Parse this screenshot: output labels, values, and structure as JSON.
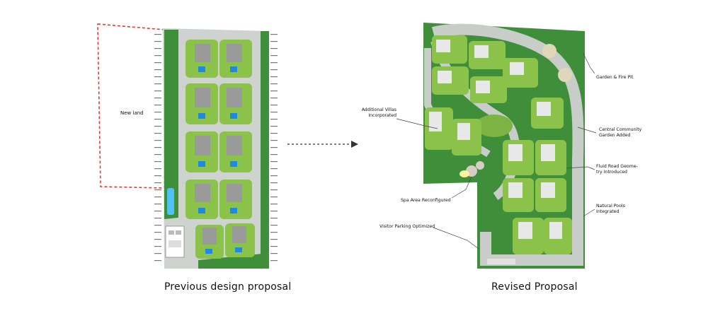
{
  "left_plan": {
    "new_land_label": "New land",
    "caption": "Previous design proposal"
  },
  "right_plan": {
    "caption": "Revised Proposal",
    "annotations": {
      "garden_fire_pit": "Garden & Fire Pit",
      "additional_villas": [
        "Additional Villas",
        "Incorporated"
      ],
      "central_garden": [
        "Central Community",
        "Garden Added"
      ],
      "fluid_road": [
        "Fluid Road Geome-",
        "try Introduced"
      ],
      "natural_pools": [
        "Natural Pools",
        "Integrated"
      ],
      "spa_area": "Spa Area Reconfigured",
      "visitor_parking": "Visitor Parking Optimized"
    }
  },
  "colors": {
    "grass": "#7cb342",
    "dark_green": "#2e7d32",
    "paving": "#c9cdc9",
    "building": "#9a9a9a",
    "pool": "#1e88e5",
    "dashed_boundary": "#e53935"
  }
}
